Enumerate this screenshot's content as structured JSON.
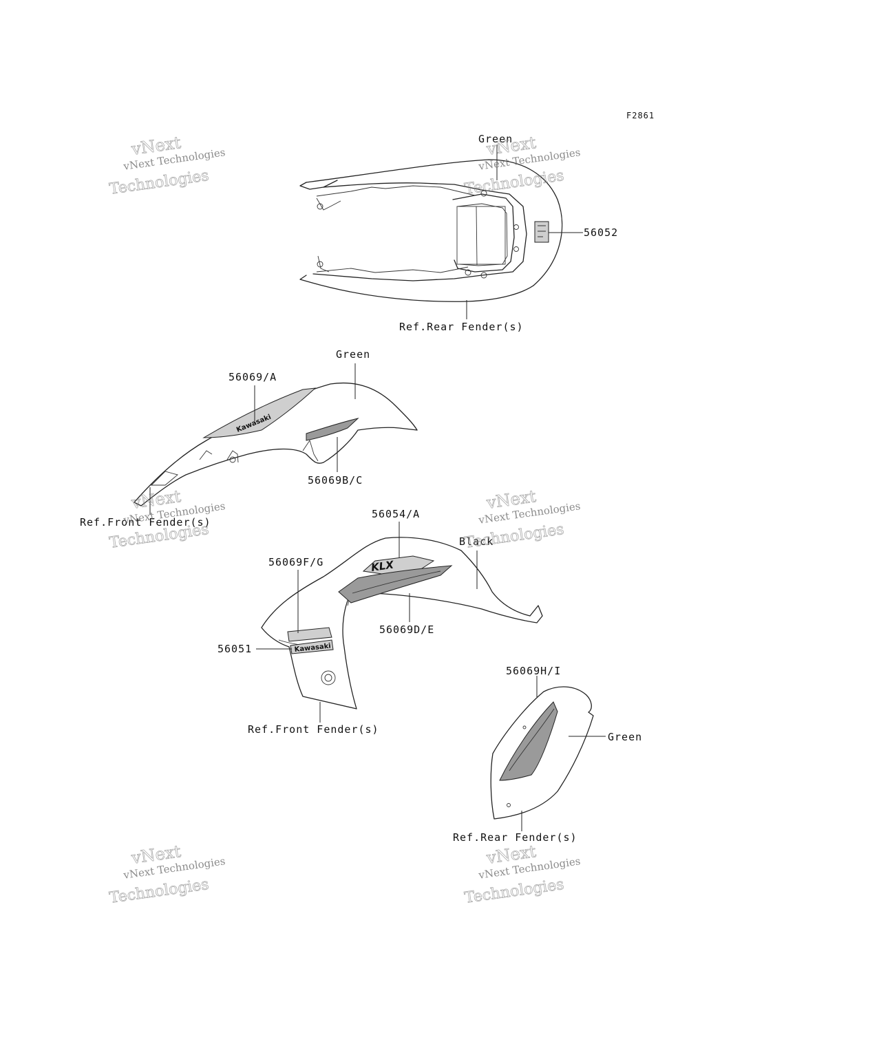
{
  "diagram": {
    "figure_code": "F2861",
    "labels": {
      "green_top": "Green",
      "p56052": "56052",
      "ref_rear_fender_top": "Ref.Rear Fender(s)",
      "green_mid": "Green",
      "p56069_a": "56069/A",
      "p56069b_c": "56069B/C",
      "ref_front_fender_left": "Ref.Front Fender(s)",
      "p56054_a": "56054/A",
      "black": "Black",
      "p56069f_g": "56069F/G",
      "p56069d_e": "56069D/E",
      "p56051": "56051",
      "ref_front_fender_bottom": "Ref.Front Fender(s)",
      "p56069h_i": "56069H/I",
      "green_right": "Green",
      "ref_rear_fender_bottom": "Ref.Rear Fender(s)"
    },
    "decal_text": {
      "kawasaki_1": "Kawasaki",
      "kawasaki_2": "Kawasaki",
      "klx": "KLX"
    }
  },
  "watermark": {
    "line1": "vNext Technologies",
    "line2": "vNext",
    "line3": "Technologies"
  }
}
